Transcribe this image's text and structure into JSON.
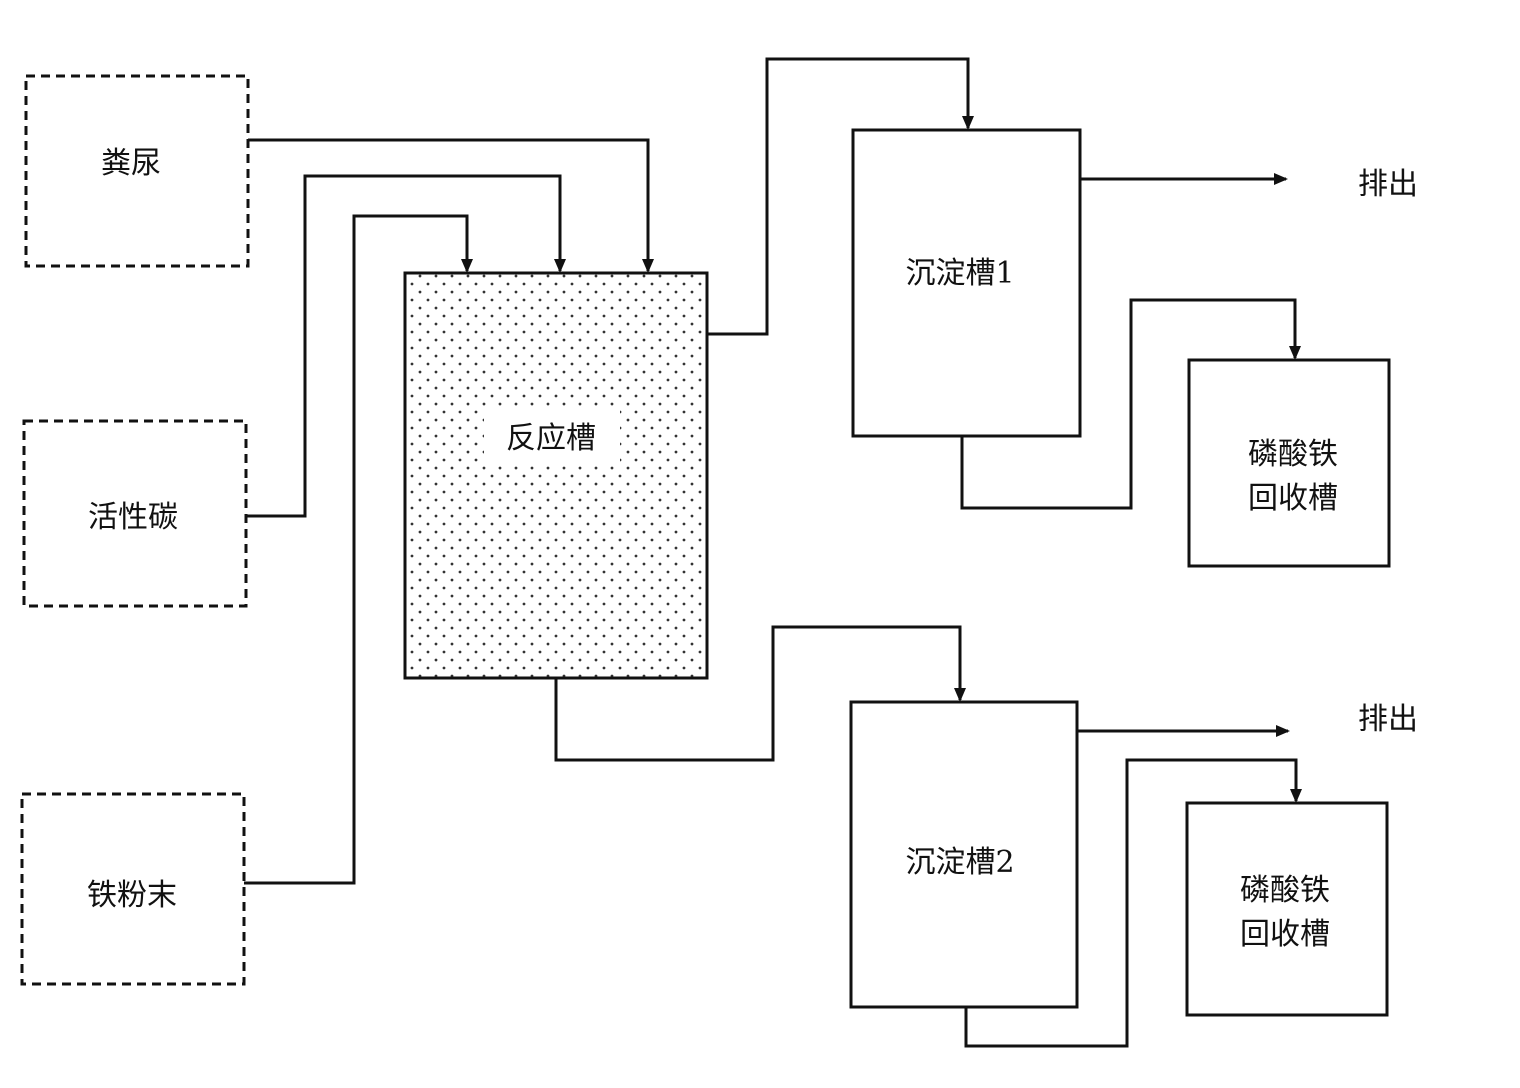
{
  "inputs": {
    "feces": "粪尿",
    "activated_carbon": "活性碳",
    "iron_powder": "铁粉末"
  },
  "reactor": {
    "label": "反应槽"
  },
  "settling_tank_1": {
    "label": "沉淀槽1",
    "discharge": "排出",
    "recovery_line1": "磷酸铁",
    "recovery_line2": "回收槽"
  },
  "settling_tank_2": {
    "label": "沉淀槽2",
    "discharge": "排出",
    "recovery_line1": "磷酸铁",
    "recovery_line2": "回收槽"
  },
  "colors": {
    "line": "#111111",
    "background": "#ffffff",
    "dot_fill": "#333333"
  }
}
